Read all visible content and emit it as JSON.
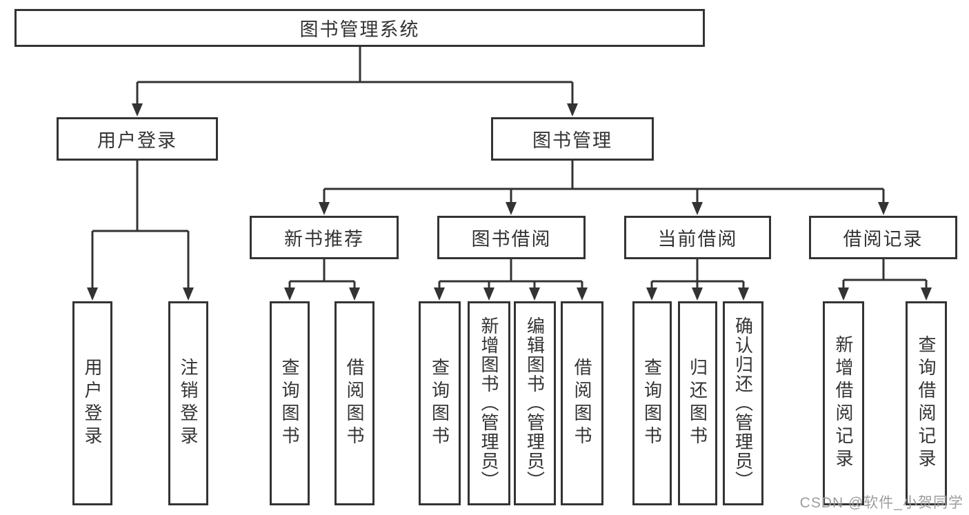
{
  "tree": {
    "root": {
      "label": "图书管理系统"
    },
    "user_login": {
      "label": "用户登录",
      "children": [
        {
          "label": "用户登录"
        },
        {
          "label": "注销登录"
        }
      ]
    },
    "book_mgmt": {
      "label": "图书管理",
      "children": [
        {
          "label": "新书推荐",
          "children": [
            {
              "label": "查询图书"
            },
            {
              "label": "借阅图书"
            }
          ]
        },
        {
          "label": "图书借阅",
          "children": [
            {
              "label": "查询图书"
            },
            {
              "label": "新增图书（管理员）"
            },
            {
              "label": "编辑图书（管理员）"
            },
            {
              "label": "借阅图书"
            }
          ]
        },
        {
          "label": "当前借阅",
          "children": [
            {
              "label": "查询图书"
            },
            {
              "label": "归还图书"
            },
            {
              "label": "确认归还（管理员）"
            }
          ]
        },
        {
          "label": "借阅记录",
          "children": [
            {
              "label": "新增借阅记录"
            },
            {
              "label": "查询借阅记录"
            }
          ]
        }
      ]
    }
  },
  "watermark": {
    "text": "CSDN @软件_小贺同学"
  },
  "colors": {
    "line": "#333333",
    "box_border": "#333333",
    "text": "#333333",
    "background": "#ffffff",
    "watermark": "#9c9c9c"
  }
}
